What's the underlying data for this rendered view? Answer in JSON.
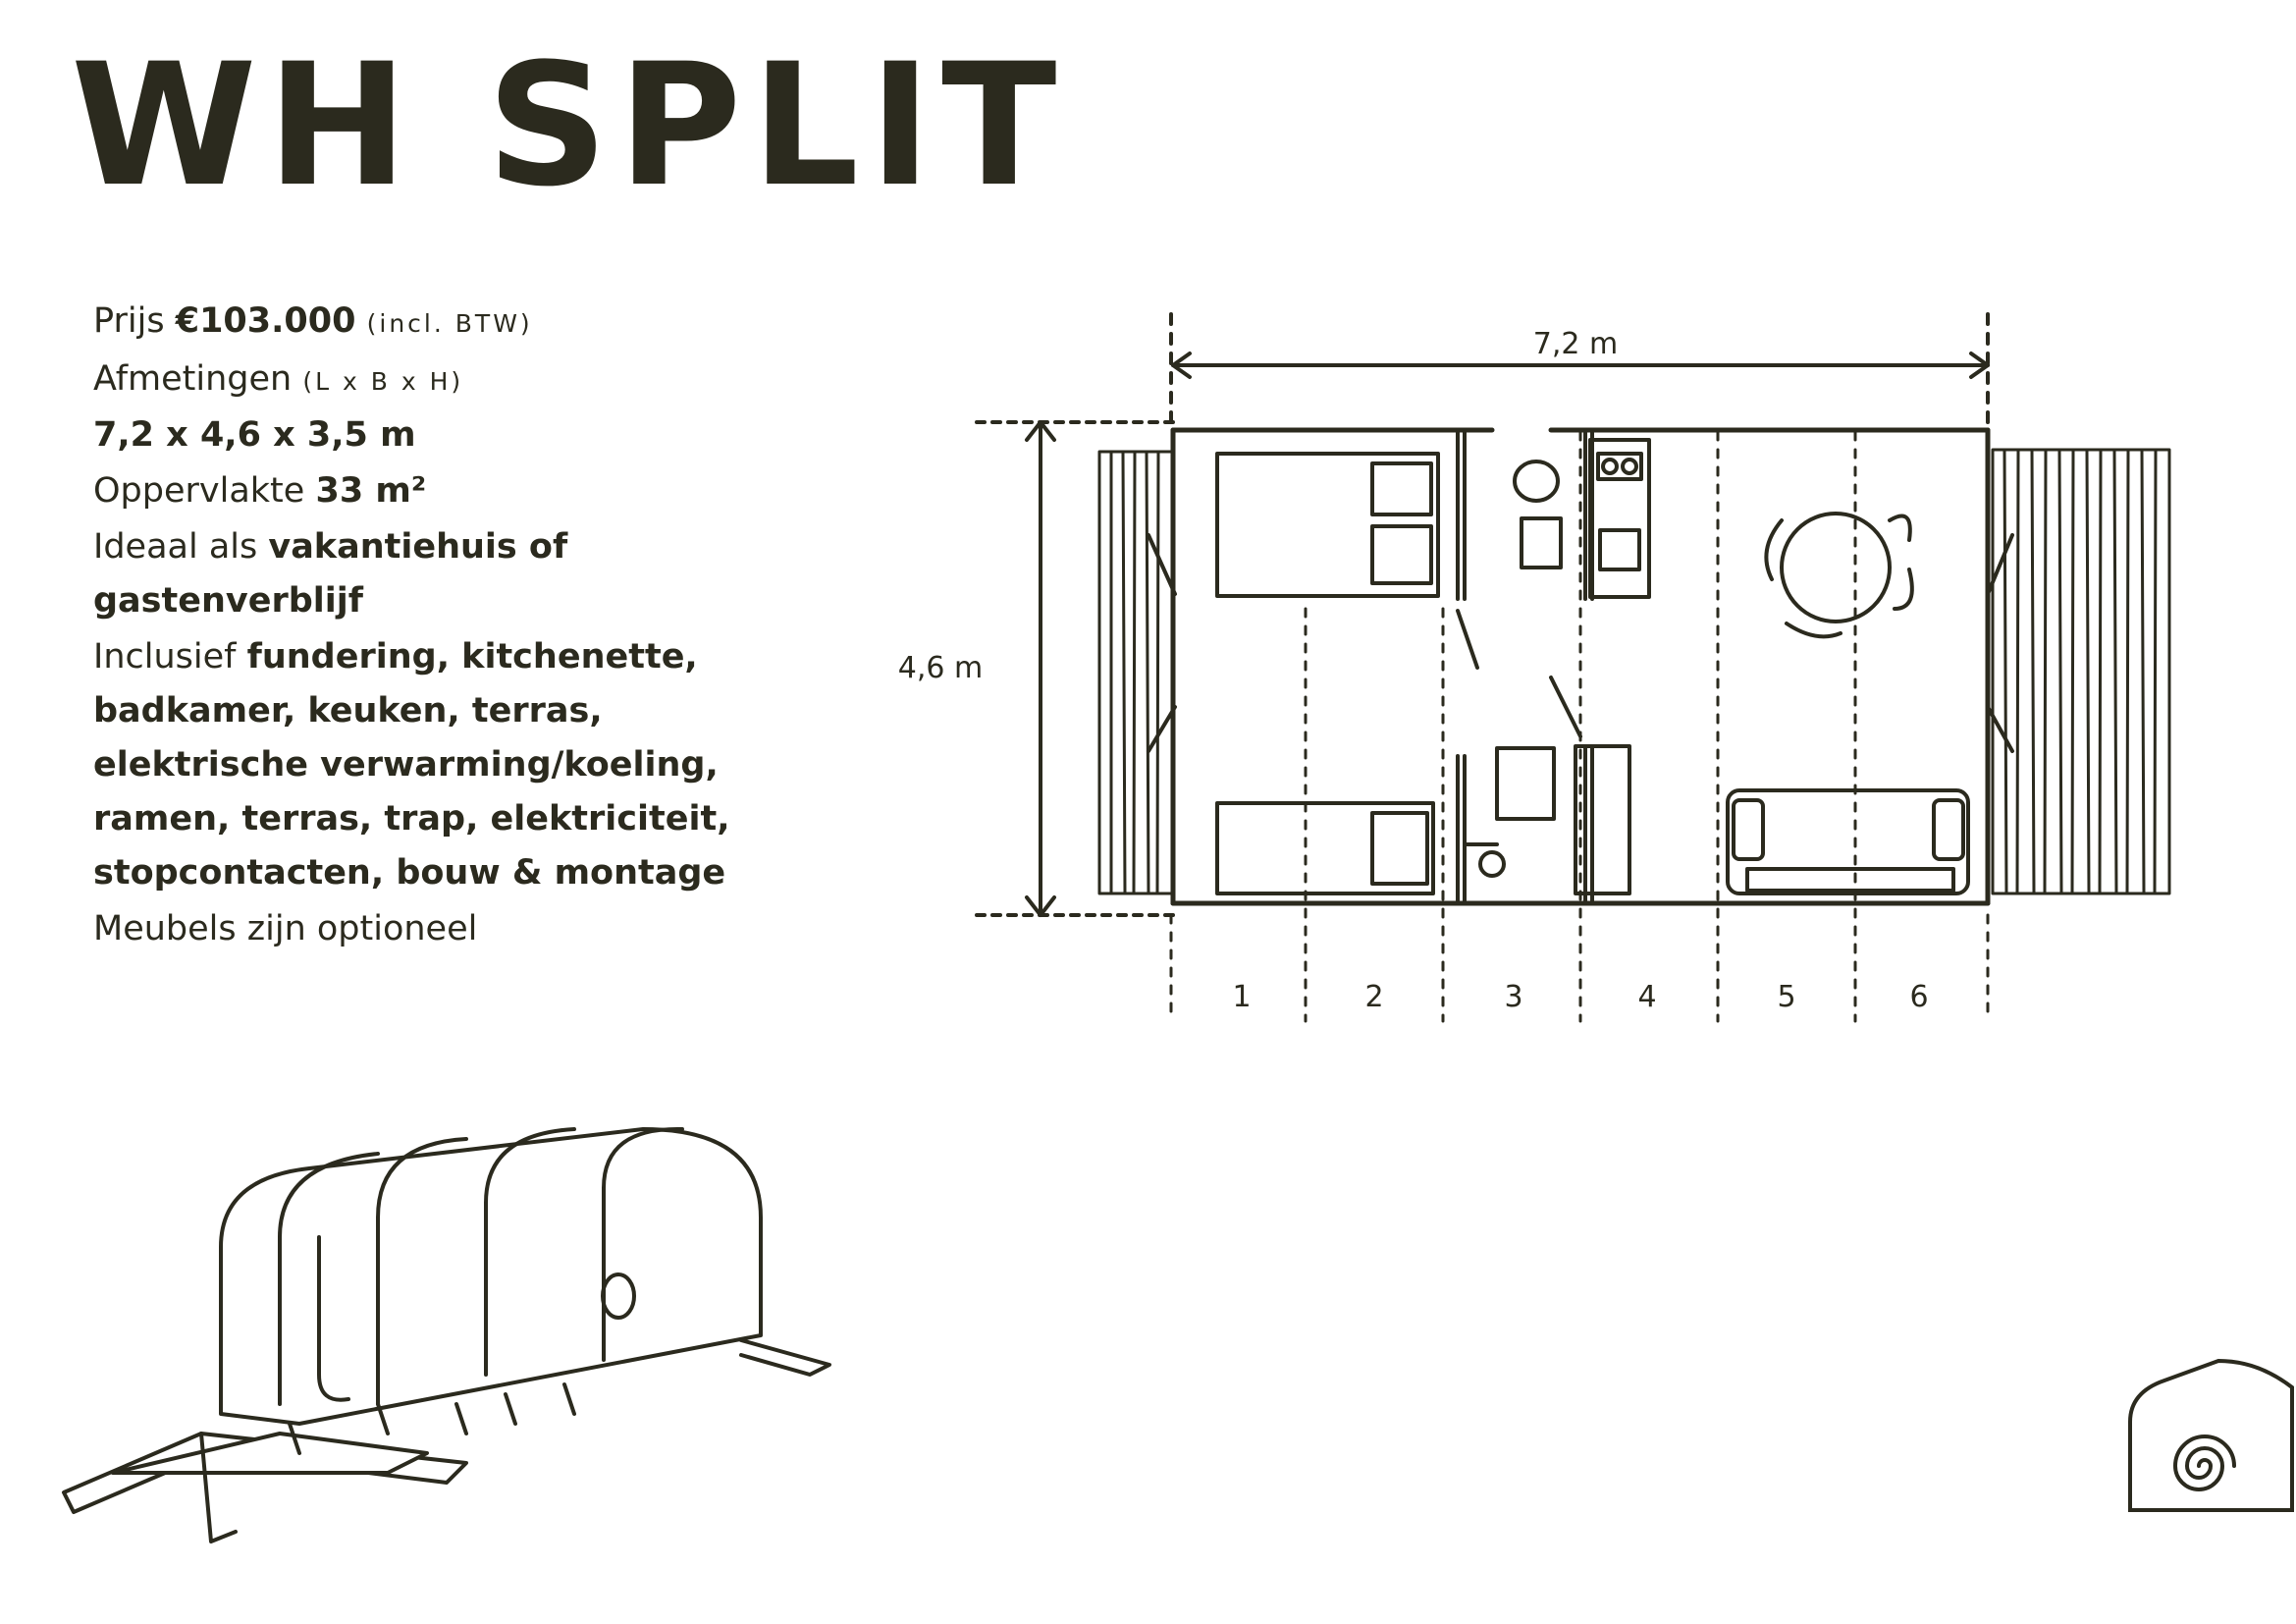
{
  "title": "WH SPLIT",
  "price": {
    "label": "Prijs",
    "value": "€103.000",
    "note": "(incl. BTW)"
  },
  "dimensions": {
    "label": "Afmetingen",
    "unit_note": "(L x B x H)",
    "value": "7,2 x 4,6 x 3,5 m"
  },
  "area": {
    "label": "Oppervlakte",
    "value": "33 m²"
  },
  "ideal": {
    "label": "Ideaal als",
    "value": "vakantiehuis of gastenverblijf"
  },
  "included": {
    "label": "Inclusief",
    "value": "fundering, kitchenette, badkamer, keuken, terras, elektrische verwarming/koeling, ramen, terras, trap, elektriciteit, stopcontacten, bouw & montage"
  },
  "furniture_note": "Meubels zijn optioneel",
  "floorplan": {
    "width_label": "7,2 m",
    "depth_label": "4,6 m",
    "segments": [
      "1",
      "2",
      "3",
      "4",
      "5",
      "6"
    ]
  },
  "colors": {
    "ink": "#2b2a1e",
    "background": "#ffffff"
  }
}
